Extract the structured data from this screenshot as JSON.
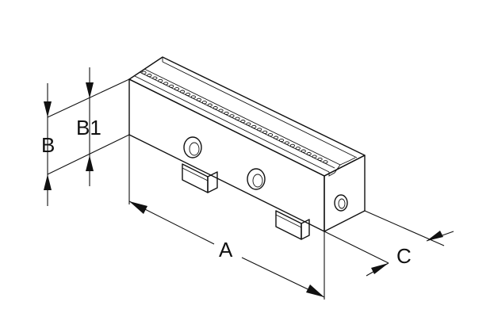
{
  "labels": {
    "A": "A",
    "B": "B",
    "B1": "B1",
    "C": "C"
  }
}
